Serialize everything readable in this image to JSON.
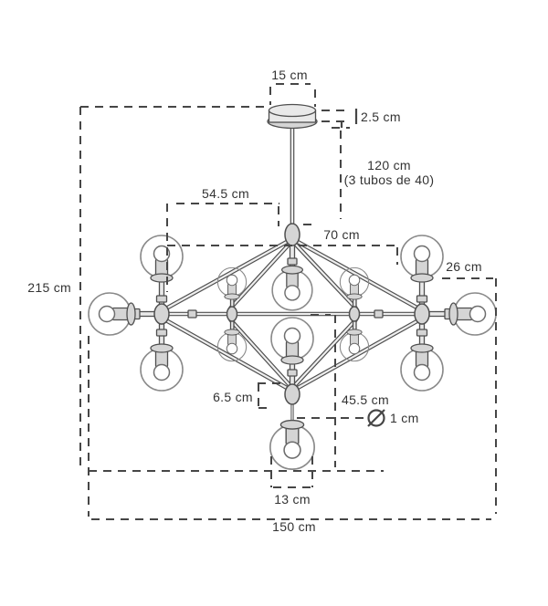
{
  "labels": {
    "canopy_width": "15 cm",
    "canopy_height": "2.5 cm",
    "stem_length": "120 cm",
    "stem_note": "(3 tubos de 40)",
    "upper_width": "54.5 cm",
    "frame_width": "70 cm",
    "arm_length": "26 cm",
    "total_height": "215 cm",
    "hub_size": "6.5 cm",
    "lower_height": "45.5 cm",
    "rod_diameter": "1 cm",
    "globe_diameter": "13 cm",
    "total_width": "150 cm"
  },
  "icons": {
    "diameter_symbol": "diameter-icon"
  },
  "colors": {
    "line": "#4f4f4f",
    "dash": "#464646",
    "text": "#333333",
    "metal": "#d5d5d5",
    "metal_light": "#e9e9e9",
    "glass": "#8a8a8a",
    "rod_core": "#eeeeee",
    "background": "#ffffff"
  }
}
